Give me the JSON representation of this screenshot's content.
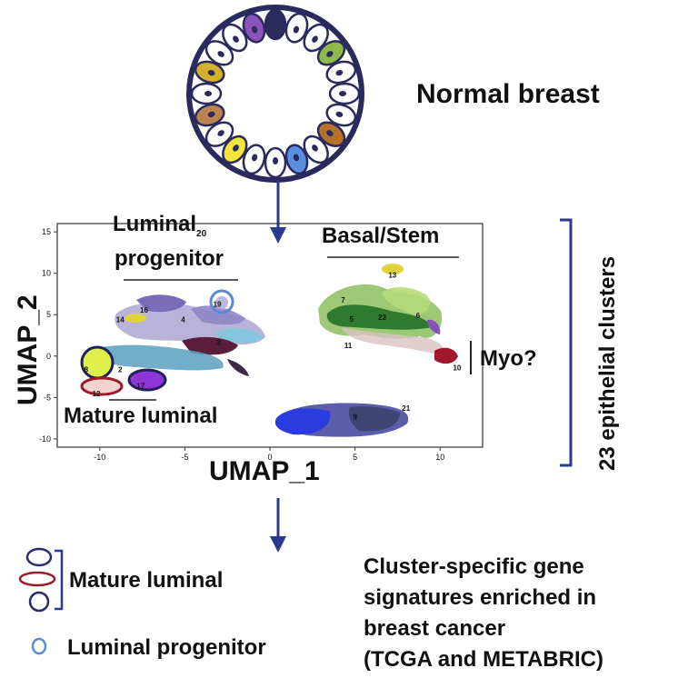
{
  "title": "Normal breast",
  "duct_cell_colors": [
    "#2c2b5e",
    "#ffffff",
    "#ffffff",
    "#8fb94a",
    "#ffffff",
    "#ffffff",
    "#ffffff",
    "#b5702b",
    "#ffffff",
    "#5b8ee0",
    "#ffffff",
    "#ffffff",
    "#f4e53a",
    "#ffffff",
    "#b9844f",
    "#ffffff",
    "#d4b12a",
    "#ffffff",
    "#ffffff",
    "#8b52b8"
  ],
  "umap": {
    "xlabel": "UMAP_1",
    "ylabel": "UMAP_2",
    "xticks": [
      "-10",
      "-5",
      "0",
      "5",
      "10"
    ],
    "yticks": [
      "15",
      "10",
      "5",
      "0",
      "-5",
      "-10"
    ],
    "xlim": [
      -12.5,
      12.5
    ],
    "ylim": [
      -11,
      16
    ]
  },
  "groups": {
    "luminal_progenitor_line1": "Luminal",
    "luminal_progenitor_sub": "20",
    "luminal_progenitor_line2": "progenitor",
    "basal_stem": "Basal/Stem",
    "mature_luminal": "Mature luminal",
    "myo": "Myo?"
  },
  "bracket_label": "23 epithelial clusters",
  "cluster_labels": [
    {
      "label": "13",
      "x": 7.2,
      "y": 9.8
    },
    {
      "label": "7",
      "x": 4.3,
      "y": 6.8
    },
    {
      "label": "5",
      "x": 4.8,
      "y": 4.5
    },
    {
      "label": "23",
      "x": 6.6,
      "y": 4.7
    },
    {
      "label": "6",
      "x": 8.7,
      "y": 4.9
    },
    {
      "label": "11",
      "x": 4.6,
      "y": 1.3
    },
    {
      "label": "10",
      "x": 11.0,
      "y": -1.4
    },
    {
      "label": "16",
      "x": -7.4,
      "y": 5.6
    },
    {
      "label": "19",
      "x": -3.1,
      "y": 6.3
    },
    {
      "label": "14",
      "x": -8.8,
      "y": 4.4
    },
    {
      "label": "4",
      "x": -5.1,
      "y": 4.4
    },
    {
      "label": "3",
      "x": -3.0,
      "y": 1.7
    },
    {
      "label": "8",
      "x": -10.8,
      "y": -1.6
    },
    {
      "label": "2",
      "x": -8.8,
      "y": -1.6
    },
    {
      "label": "12",
      "x": -10.2,
      "y": -4.5
    },
    {
      "label": "17",
      "x": -7.6,
      "y": -3.6
    },
    {
      "label": "21",
      "x": 8.0,
      "y": -6.3
    },
    {
      "label": "9",
      "x": 5.0,
      "y": -7.3
    }
  ],
  "legend": {
    "mature_luminal": "Mature luminal",
    "luminal_progenitor": "Luminal progenitor"
  },
  "conclusion": [
    "Cluster-specific gene",
    "signatures enriched in",
    "breast cancer",
    "(TCGA and METABRIC)"
  ],
  "colors": {
    "arrow": "#2b3a8c",
    "duct_ring": "#2a2a5c",
    "mature_navy": "#2a2a6e",
    "mature_red": "#9b1c2a",
    "progenitor_blue": "#5a8ad4"
  }
}
